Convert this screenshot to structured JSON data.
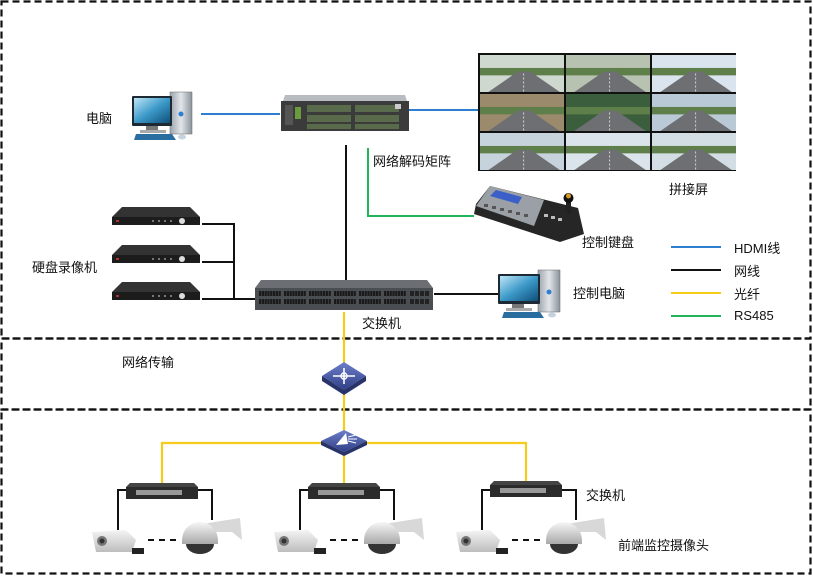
{
  "diagram": {
    "title": "",
    "zones": [
      {
        "id": "control-center",
        "label": ""
      },
      {
        "id": "network-transport",
        "label": "网络传输"
      },
      {
        "id": "front-end",
        "label": ""
      }
    ],
    "labels": {
      "pc": "电脑",
      "decoder": "网络解码矩阵",
      "video_wall": "拼接屏",
      "keyboard": "控制键盘",
      "nvr": "硬盘录像机",
      "core_switch": "交换机",
      "control_pc": "控制电脑",
      "network": "网络传输",
      "edge_switch": "交换机",
      "cameras": "前端监控摄像头"
    },
    "legend": [
      {
        "label": "HDMI线",
        "color": "#2e7fd1"
      },
      {
        "label": "网线",
        "color": "#111111"
      },
      {
        "label": "光纤",
        "color": "#f5cc1a"
      },
      {
        "label": "RS485",
        "color": "#22b45a"
      }
    ],
    "colors": {
      "hdmi": "#2e7fd1",
      "ethernet": "#111111",
      "fiber": "#f5cc1a",
      "rs485": "#22b45a",
      "router_blue": "#3d4f96"
    },
    "video_wall": {
      "rows": 3,
      "cols": 3
    }
  }
}
